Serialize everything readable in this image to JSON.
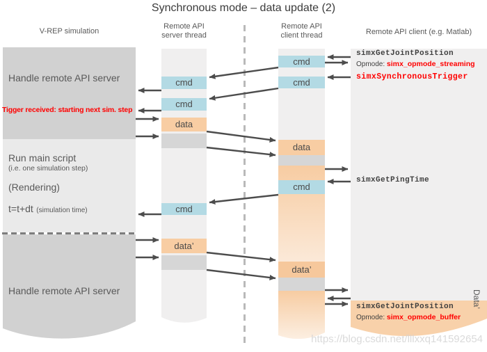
{
  "title": "Synchronous mode – data update (2)",
  "headers": {
    "vrep": "V-REP simulation",
    "server_line1": "Remote API",
    "server_line2": "server thread",
    "client_line1": "Remote API",
    "client_line2": "client thread",
    "matlab": "Remote API client (e.g. Matlab)"
  },
  "vrep": {
    "handle1": "Handle remote API server",
    "trigger_note": "Tigger received: starting next sim. step",
    "run_main": "Run main script",
    "run_main_sub": "(i.e. one simulation step)",
    "rendering": "(Rendering)",
    "time_step": "t=t+dt",
    "time_step_sub": "(simulation time)",
    "handle2": "Handle remote API server"
  },
  "server_segments": {
    "cmd1": "cmd",
    "cmd2": "cmd",
    "data1": "data",
    "cmd3": "cmd",
    "data2": "data’"
  },
  "client_segments": {
    "cmd1": "cmd",
    "cmd2": "cmd",
    "data1": "data",
    "cmd3": "cmd",
    "data2": "data’"
  },
  "api": {
    "get_joint_position": "simxGetJointPosition",
    "opmode_label": "Opmode:",
    "opmode_streaming": "simx_opmode_streaming",
    "sync_trigger": "simxSynchronousTrigger",
    "get_ping_time": "simxGetPingTime",
    "get_joint_position_2": "simxGetJointPosition",
    "opmode_label_2": "Opmode:",
    "opmode_buffer": "simx_opmode_buffer",
    "data_vertical": "Data’"
  },
  "watermark": "https://blog.csdn.net/lllxxq141592654",
  "colors": {
    "cmd-blue": "#b3dae4",
    "data-orange": "#f8cda3",
    "block-gray": "#d6d6d6",
    "col-bg": "#f0efef",
    "box-dark": "#d1d1d1",
    "box-light": "#eaeaea",
    "panel-orange": "#f8d1aa",
    "alert-red": "#ff0000",
    "text-main": "#595959",
    "arrow-gray": "#4c4c4c"
  }
}
